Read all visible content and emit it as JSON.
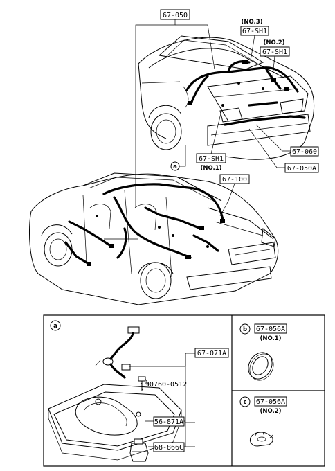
{
  "callouts": {
    "c_67_050": "67-050",
    "c_67_sh1_no3": "67-SH1",
    "no3": "(NO.3)",
    "c_67_sh1_no2": "67-SH1",
    "no2": "(NO.2)",
    "c_67_060": "67-060",
    "c_67_sh1_no1": "67-SH1",
    "no1": "(NO.1)",
    "c_67_050a": "67-050A",
    "c_67_100": "67-100",
    "marker_a": "a"
  },
  "detail": {
    "panel_a_marker": "a",
    "c_67_071a": "67-071A",
    "bolt": "90760-0512",
    "c_56_871a": "56-871A",
    "c_68_866c": "68-866C",
    "panel_b_marker": "b",
    "c_67_056a_b": "67-056A",
    "b_no": "(NO.1)",
    "panel_c_marker": "c",
    "c_67_056a_c": "67-056A",
    "c_no": "(NO.2)"
  }
}
